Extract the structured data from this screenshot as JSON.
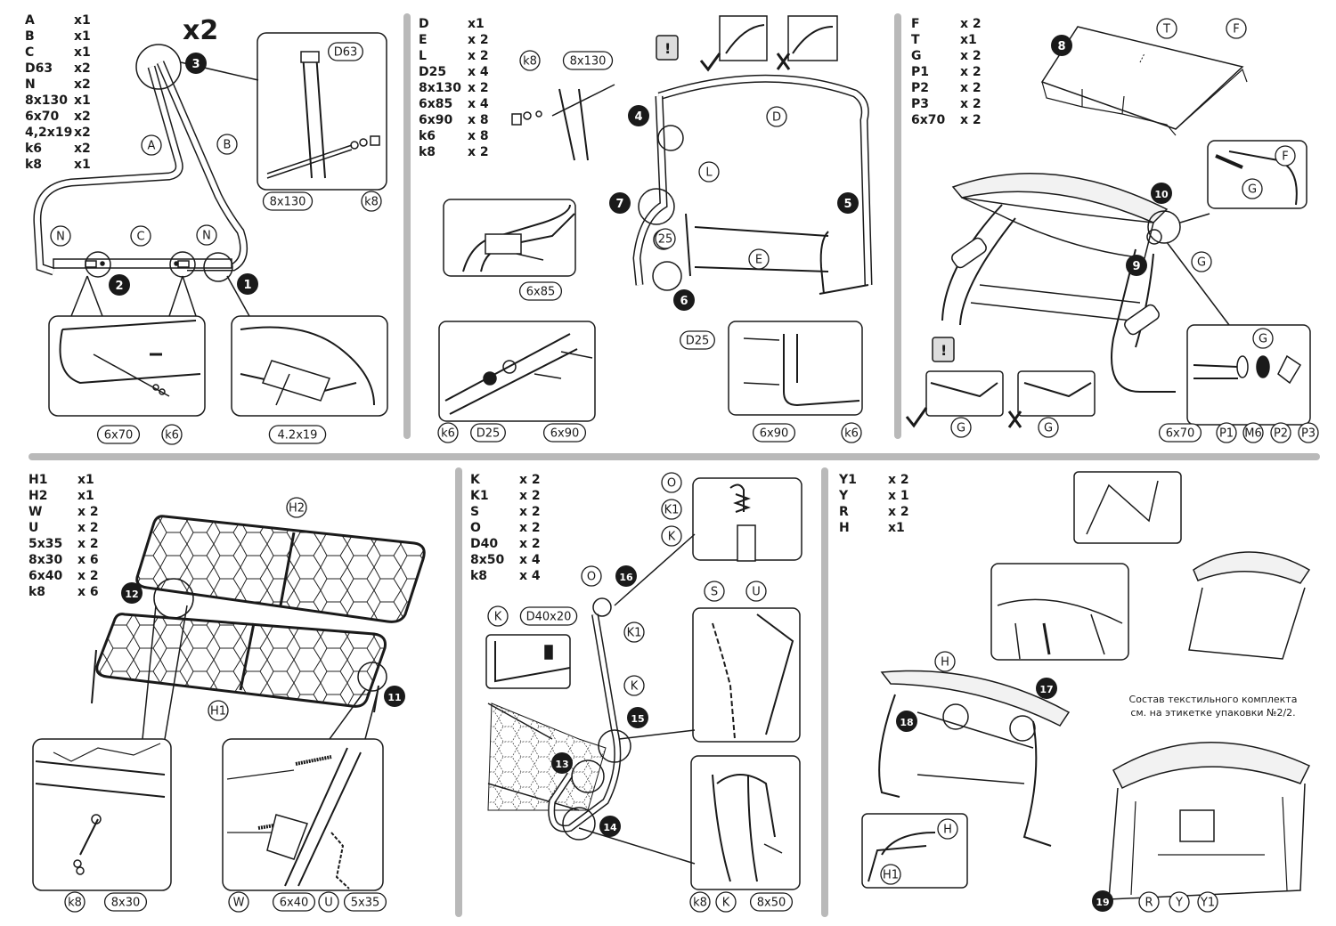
{
  "colors": {
    "line": "#1a1a1a",
    "divider": "#b9b9b9",
    "fabric": "#f2f2f2",
    "mesh": "#333333"
  },
  "icons": {
    "check": "check-icon",
    "cross": "cross-icon",
    "warning": "warning-icon"
  },
  "panel1": {
    "title": "x2",
    "parts": [
      {
        "code": "A",
        "qty": "x1"
      },
      {
        "code": "B",
        "qty": "x1"
      },
      {
        "code": "C",
        "qty": "x1"
      },
      {
        "code": "D63",
        "qty": "x2"
      },
      {
        "code": "N",
        "qty": "x2"
      },
      {
        "code": "8x130",
        "qty": "x1"
      },
      {
        "code": "6x70",
        "qty": "x2"
      },
      {
        "code": "4,2x19",
        "qty": "x2"
      },
      {
        "code": "k6",
        "qty": "x2"
      },
      {
        "code": "k8",
        "qty": "x1"
      }
    ],
    "callouts": {
      "A": "A",
      "B": "B",
      "C": "C",
      "N1": "N",
      "N2": "N",
      "D63": "D63",
      "bolt": "8x130",
      "k8": "k8",
      "s6x70": "6x70",
      "k6": "k6",
      "s42": "4.2x19"
    },
    "steps": {
      "s1": "1",
      "s2": "2",
      "s3": "3"
    }
  },
  "panel2": {
    "parts": [
      {
        "code": "D",
        "qty": "x1"
      },
      {
        "code": "E",
        "qty": "x 2"
      },
      {
        "code": "L",
        "qty": "x 2"
      },
      {
        "code": "D25",
        "qty": "x 4"
      },
      {
        "code": "8x130",
        "qty": "x 2"
      },
      {
        "code": "6x85",
        "qty": "x 4"
      },
      {
        "code": "6x90",
        "qty": "x 8"
      },
      {
        "code": "k6",
        "qty": "x 8"
      },
      {
        "code": "k8",
        "qty": "x 2"
      }
    ],
    "callouts": {
      "k8": "k8",
      "bolt": "8x130",
      "D": "D",
      "L": "L",
      "n25": "25",
      "E": "E",
      "s6x85": "6x85",
      "k6a": "k6",
      "D25a": "D25",
      "s6x90a": "6x90",
      "D25b": "D25",
      "s6x90b": "6x90",
      "k6b": "k6"
    },
    "steps": {
      "s4": "4",
      "s5": "5",
      "s6": "6",
      "s7": "7"
    },
    "warn": "!"
  },
  "panel3": {
    "parts": [
      {
        "code": "F",
        "qty": "x 2"
      },
      {
        "code": "T",
        "qty": "x1"
      },
      {
        "code": "G",
        "qty": "x 2"
      },
      {
        "code": "P1",
        "qty": "x 2"
      },
      {
        "code": "P2",
        "qty": "x 2"
      },
      {
        "code": "P3",
        "qty": "x 2"
      },
      {
        "code": "6x70",
        "qty": "x 2"
      }
    ],
    "callouts": {
      "T": "T",
      "F": "F",
      "F2": "F",
      "G2": "G",
      "G3": "G",
      "G4": "G",
      "Ga": "G",
      "Gb": "G",
      "s6x70": "6x70",
      "P1": "P1",
      "M6": "M6",
      "P2": "P2",
      "P3": "P3"
    },
    "steps": {
      "s8": "8",
      "s9": "9",
      "s10": "10"
    },
    "warn": "!"
  },
  "panel4": {
    "parts": [
      {
        "code": "H1",
        "qty": "x1"
      },
      {
        "code": "H2",
        "qty": "x1"
      },
      {
        "code": "W",
        "qty": "x 2"
      },
      {
        "code": "U",
        "qty": "x 2"
      },
      {
        "code": "5x35",
        "qty": "x 2"
      },
      {
        "code": "8x30",
        "qty": "x 6"
      },
      {
        "code": "6x40",
        "qty": "x 2"
      },
      {
        "code": "k8",
        "qty": "x 6"
      }
    ],
    "callouts": {
      "H2": "H2",
      "H1": "H1",
      "k8": "k8",
      "s8x30": "8x30",
      "W": "W",
      "s6x40": "6x40",
      "U": "U",
      "s5x35": "5x35"
    },
    "steps": {
      "s11": "11",
      "s12": "12"
    }
  },
  "panel5": {
    "parts": [
      {
        "code": "K",
        "qty": "x 2"
      },
      {
        "code": "K1",
        "qty": "x 2"
      },
      {
        "code": "S",
        "qty": "x 2"
      },
      {
        "code": "O",
        "qty": "x 2"
      },
      {
        "code": "D40",
        "qty": "x 2"
      },
      {
        "code": "8x50",
        "qty": "x 4"
      },
      {
        "code": "k8",
        "qty": "x 4"
      }
    ],
    "callouts": {
      "O": "O",
      "K1": "K1",
      "K": "K",
      "O2": "O",
      "K2": "K",
      "D40x20": "D40x20",
      "K1b": "K1",
      "K3": "K",
      "S": "S",
      "U": "U",
      "k8": "k8",
      "K4": "K",
      "s8x50": "8x50"
    },
    "steps": {
      "s13": "13",
      "s14": "14",
      "s15": "15",
      "s16": "16"
    }
  },
  "panel6": {
    "parts": [
      {
        "code": "Y1",
        "qty": "x 2"
      },
      {
        "code": "Y",
        "qty": "x 1"
      },
      {
        "code": "R",
        "qty": "x 2"
      },
      {
        "code": "H",
        "qty": "x1"
      }
    ],
    "callouts": {
      "H": "H",
      "H2": "H",
      "H1": "H1",
      "R": "R",
      "Y": "Y",
      "Y1": "Y1"
    },
    "steps": {
      "s17": "17",
      "s18": "18",
      "s19": "19"
    },
    "note_line1": "Состав текстильного комплекта",
    "note_line2": "см. на этикетке упаковки №2/2."
  }
}
